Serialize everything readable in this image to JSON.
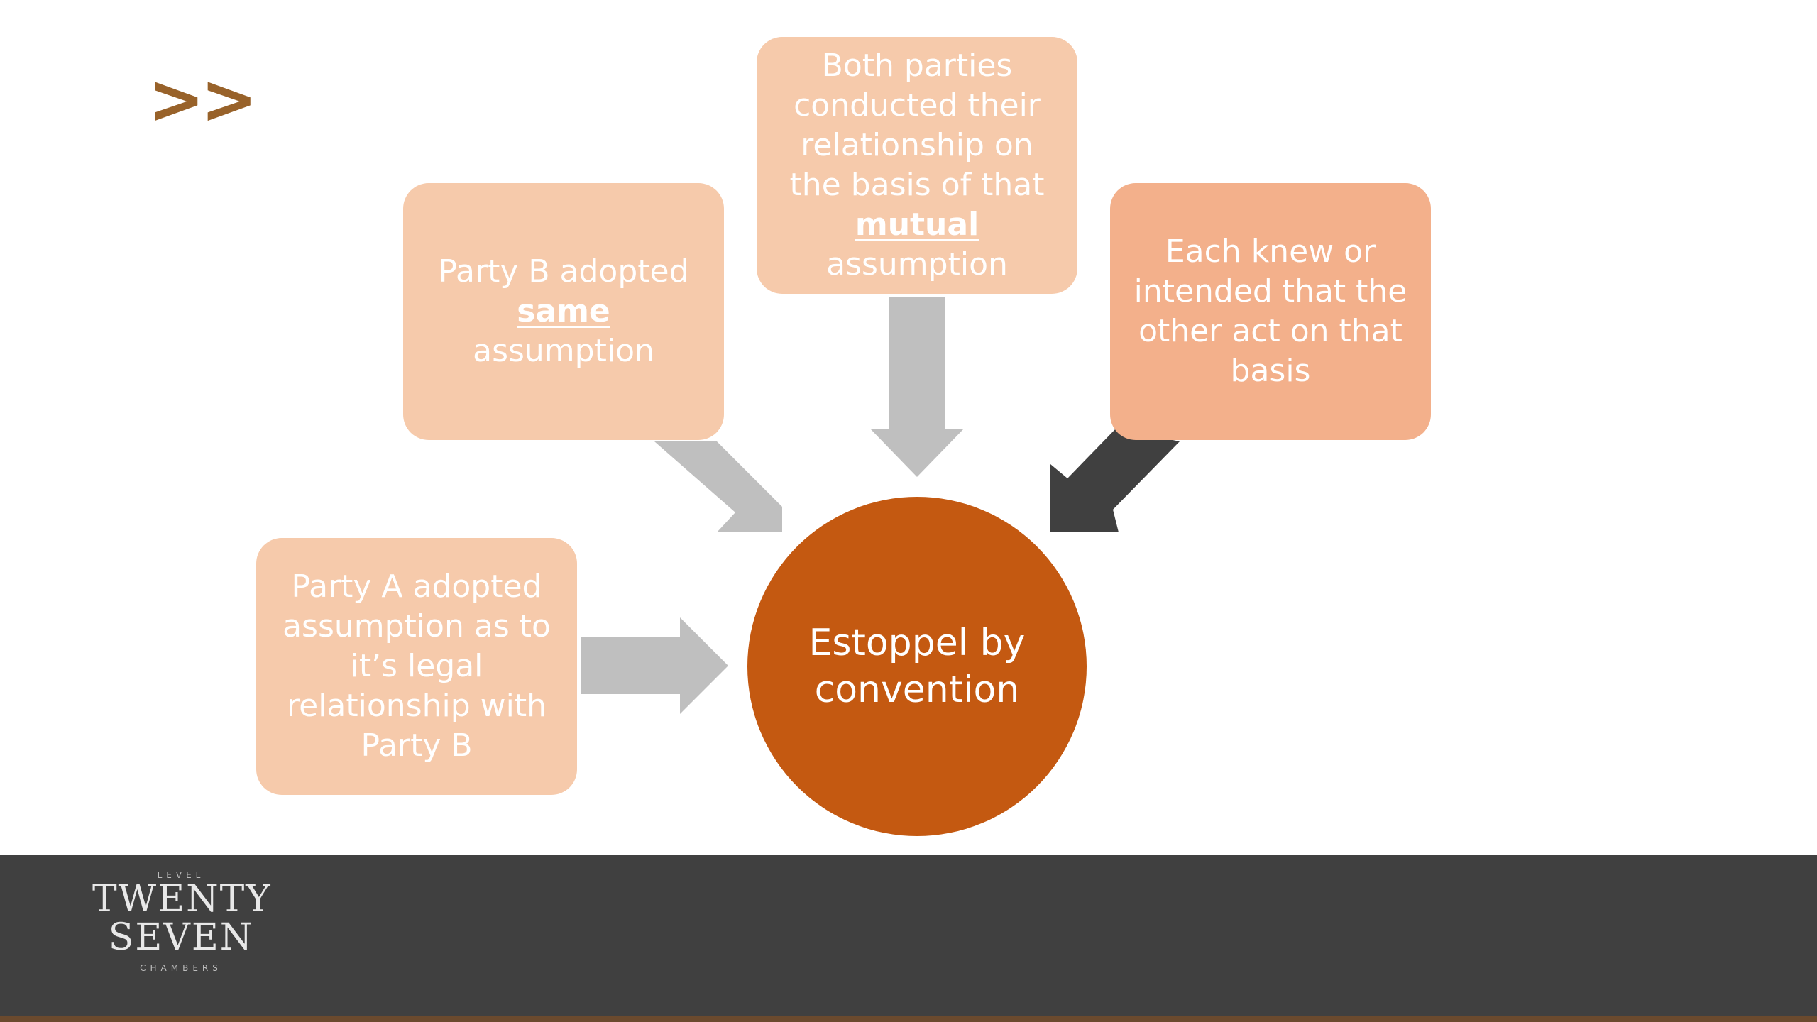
{
  "header": {
    "chevrons": ">>"
  },
  "diagram": {
    "center": "Estoppel by convention",
    "party_a": "Party A adopted assumption as to it’s legal relationship with Party B",
    "party_b": {
      "pre": "Party B adopted",
      "emph": "same ",
      "post": "assumption"
    },
    "both": {
      "pre": "Both parties conducted their relationship on the basis of that",
      "emph": "mutual",
      "post": "assumption"
    },
    "each": "Each knew or intended that the other act on that basis"
  },
  "footer": {
    "logo": {
      "top": "LEVEL",
      "line1": "TWENTY",
      "line2": "SEVEN",
      "bottom": "CHAMBERS"
    }
  },
  "colors": {
    "light_box": "#f6caab",
    "mid_box": "#f3b08b",
    "center": "#c45911",
    "arrow_gray": "#bfbfbf",
    "arrow_dark": "#404040",
    "footer": "#404040",
    "chevrons": "#98622a"
  }
}
